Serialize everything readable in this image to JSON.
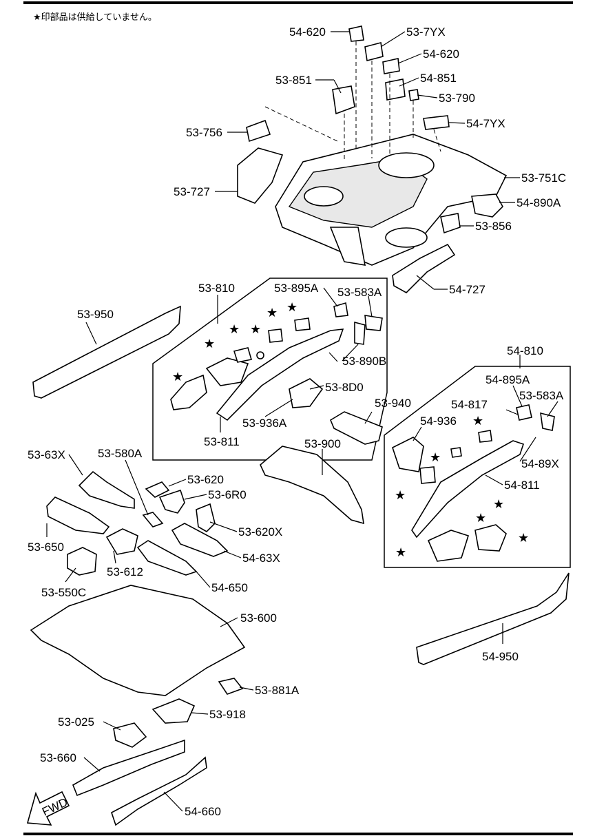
{
  "note": {
    "star": "★",
    "text": "印部品は供給していません。"
  },
  "fwd": "FWD",
  "labels": {
    "l_54_620a": "54-620",
    "l_53_7yx": "53-7YX",
    "l_54_620b": "54-620",
    "l_53_851": "53-851",
    "l_54_851": "54-851",
    "l_53_790": "53-790",
    "l_54_7yx": "54-7YX",
    "l_53_756": "53-756",
    "l_53_727": "53-727",
    "l_53_751c": "53-751C",
    "l_54_890a": "54-890A",
    "l_53_856": "53-856",
    "l_54_727": "54-727",
    "l_53_810": "53-810",
    "l_53_895a": "53-895A",
    "l_53_583a": "53-583A",
    "l_53_950": "53-950",
    "l_53_890b": "53-890B",
    "l_53_8d0": "53-8D0",
    "l_53_936a": "53-936A",
    "l_53_811": "53-811",
    "l_53_940": "53-940",
    "l_54_810": "54-810",
    "l_54_895a": "54-895A",
    "l_54_817": "54-817",
    "l_54_583a": "53-583A",
    "l_54_936": "54-936",
    "l_54_89x": "54-89X",
    "l_54_811": "54-811",
    "l_53_900": "53-900",
    "l_53_63x": "53-63X",
    "l_53_580a": "53-580A",
    "l_53_620": "53-620",
    "l_53_6r0": "53-6R0",
    "l_53_620x": "53-620X",
    "l_53_650": "53-650",
    "l_54_63x": "54-63X",
    "l_53_612": "53-612",
    "l_54_650": "54-650",
    "l_53_550c": "53-550C",
    "l_53_600": "53-600",
    "l_53_881a": "53-881A",
    "l_53_918": "53-918",
    "l_53_025": "53-025",
    "l_53_660": "53-660",
    "l_54_660": "54-660",
    "l_54_950": "54-950"
  }
}
